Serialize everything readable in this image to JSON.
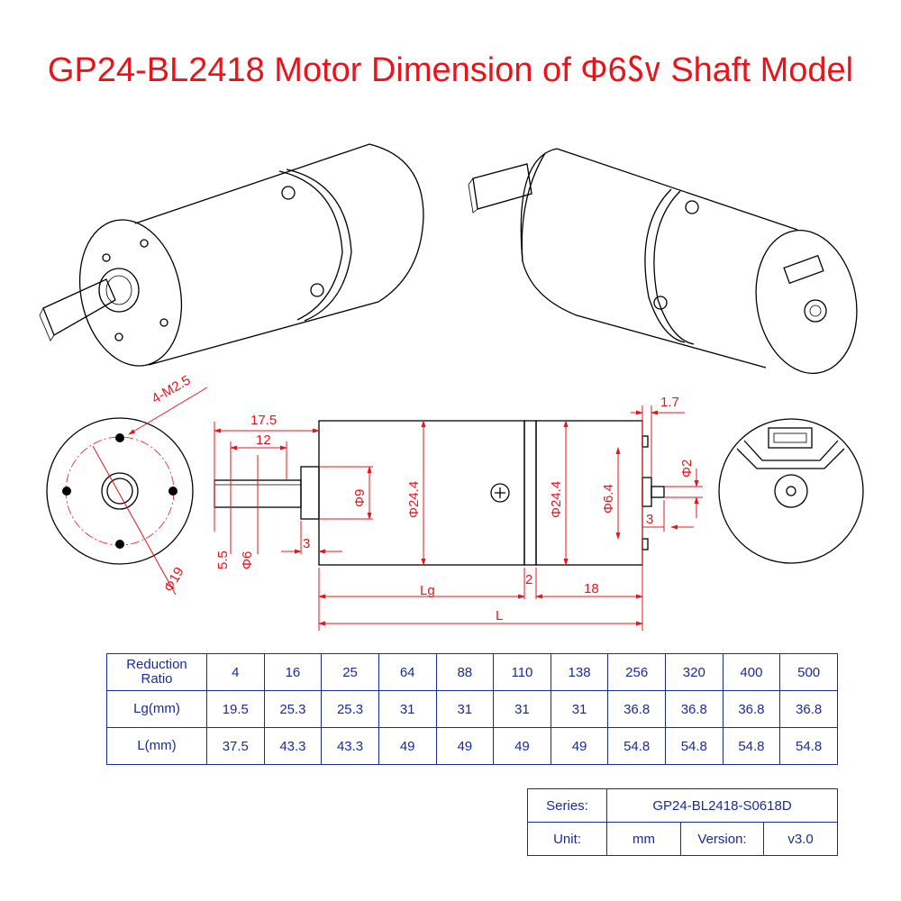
{
  "title": "GP24-BL2418 Motor Dimension of Φ6㏜ Shaft Model",
  "dimensions": {
    "mount_holes": "4-M2.5",
    "pcd": "Φ19",
    "shaft_total": "17.5",
    "shaft_flat": "12",
    "shaft_flat_dim": "5.5",
    "shaft_dia": "Φ6",
    "boss_len": "3",
    "boss_dia": "Φ9",
    "body_dia_gear": "Φ24.4",
    "body_dia_motor": "Φ24.4",
    "rear_boss_dia": "Φ6.4",
    "rear_shaft_dia": "Φ2",
    "rear_offset": "1.7",
    "rear_shaft_len": "3",
    "gap": "2",
    "motor_len": "18",
    "lg": "Lg",
    "l": "L"
  },
  "ratio_table": {
    "header_label_1": "Reduction",
    "header_label_2": "Ratio",
    "lg_label": "Lg(mm)",
    "l_label": "L(mm)",
    "ratios": [
      "4",
      "16",
      "25",
      "64",
      "88",
      "110",
      "138",
      "256",
      "320",
      "400",
      "500"
    ],
    "lg": [
      "19.5",
      "25.3",
      "25.3",
      "31",
      "31",
      "31",
      "31",
      "36.8",
      "36.8",
      "36.8",
      "36.8"
    ],
    "l": [
      "37.5",
      "43.3",
      "43.3",
      "49",
      "49",
      "49",
      "49",
      "54.8",
      "54.8",
      "54.8",
      "54.8"
    ]
  },
  "info_table": {
    "series_label": "Series:",
    "series_value": "GP24-BL2418-S0618D",
    "unit_label": "Unit:",
    "unit_value": "mm",
    "version_label": "Version:",
    "version_value": "v3.0"
  },
  "colors": {
    "title": "#e8141b",
    "dimension": "#e8141b",
    "table": "#1a2a9a",
    "line": "#000000"
  }
}
